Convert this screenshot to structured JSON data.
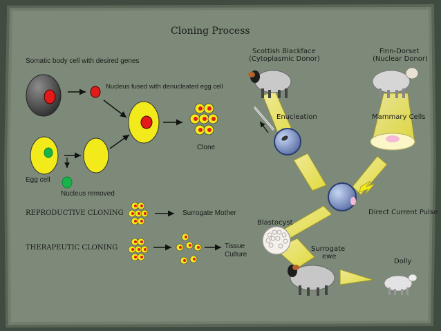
{
  "title": "Cloning Process",
  "left": {
    "somatic_label": "Somatic body cell with desired genes",
    "fused_label": "Nucleus fused with denucleated egg cell",
    "clone_label": "Clone",
    "egg_label": "Egg cell",
    "removed_label": "Nucleus removed",
    "reproductive_label": "REPRODUCTIVE CLONING",
    "surrogate_mother_label": "Surrogate Mother",
    "therapeutic_label": "THERAPEUTIC CLONING",
    "tissue_culture_label": "Tissue Culture"
  },
  "right": {
    "scottish_label_1": "Scottish Blackface",
    "scottish_label_2": "(Cytoplasmic Donor)",
    "finn_label_1": "Finn-Dorset",
    "finn_label_2": "(Nuclear Donor)",
    "enucleation_label": "Enucleation",
    "mammary_label": "Mammary Cells",
    "pulse_label": "Direct Current Pulse",
    "blastocyst_label": "Blastocyst",
    "surrogate_label_1": "Surrogate",
    "surrogate_label_2": "ewe",
    "dolly_label": "Dolly"
  },
  "colors": {
    "board": "#7d8a79",
    "frame": "#3f4c3f",
    "egg_yellow": "#f2ea1a",
    "nucleus_red": "#e21a1a",
    "nucleus_green": "#19b34a",
    "beam_yellow": "#f1ea7a"
  }
}
